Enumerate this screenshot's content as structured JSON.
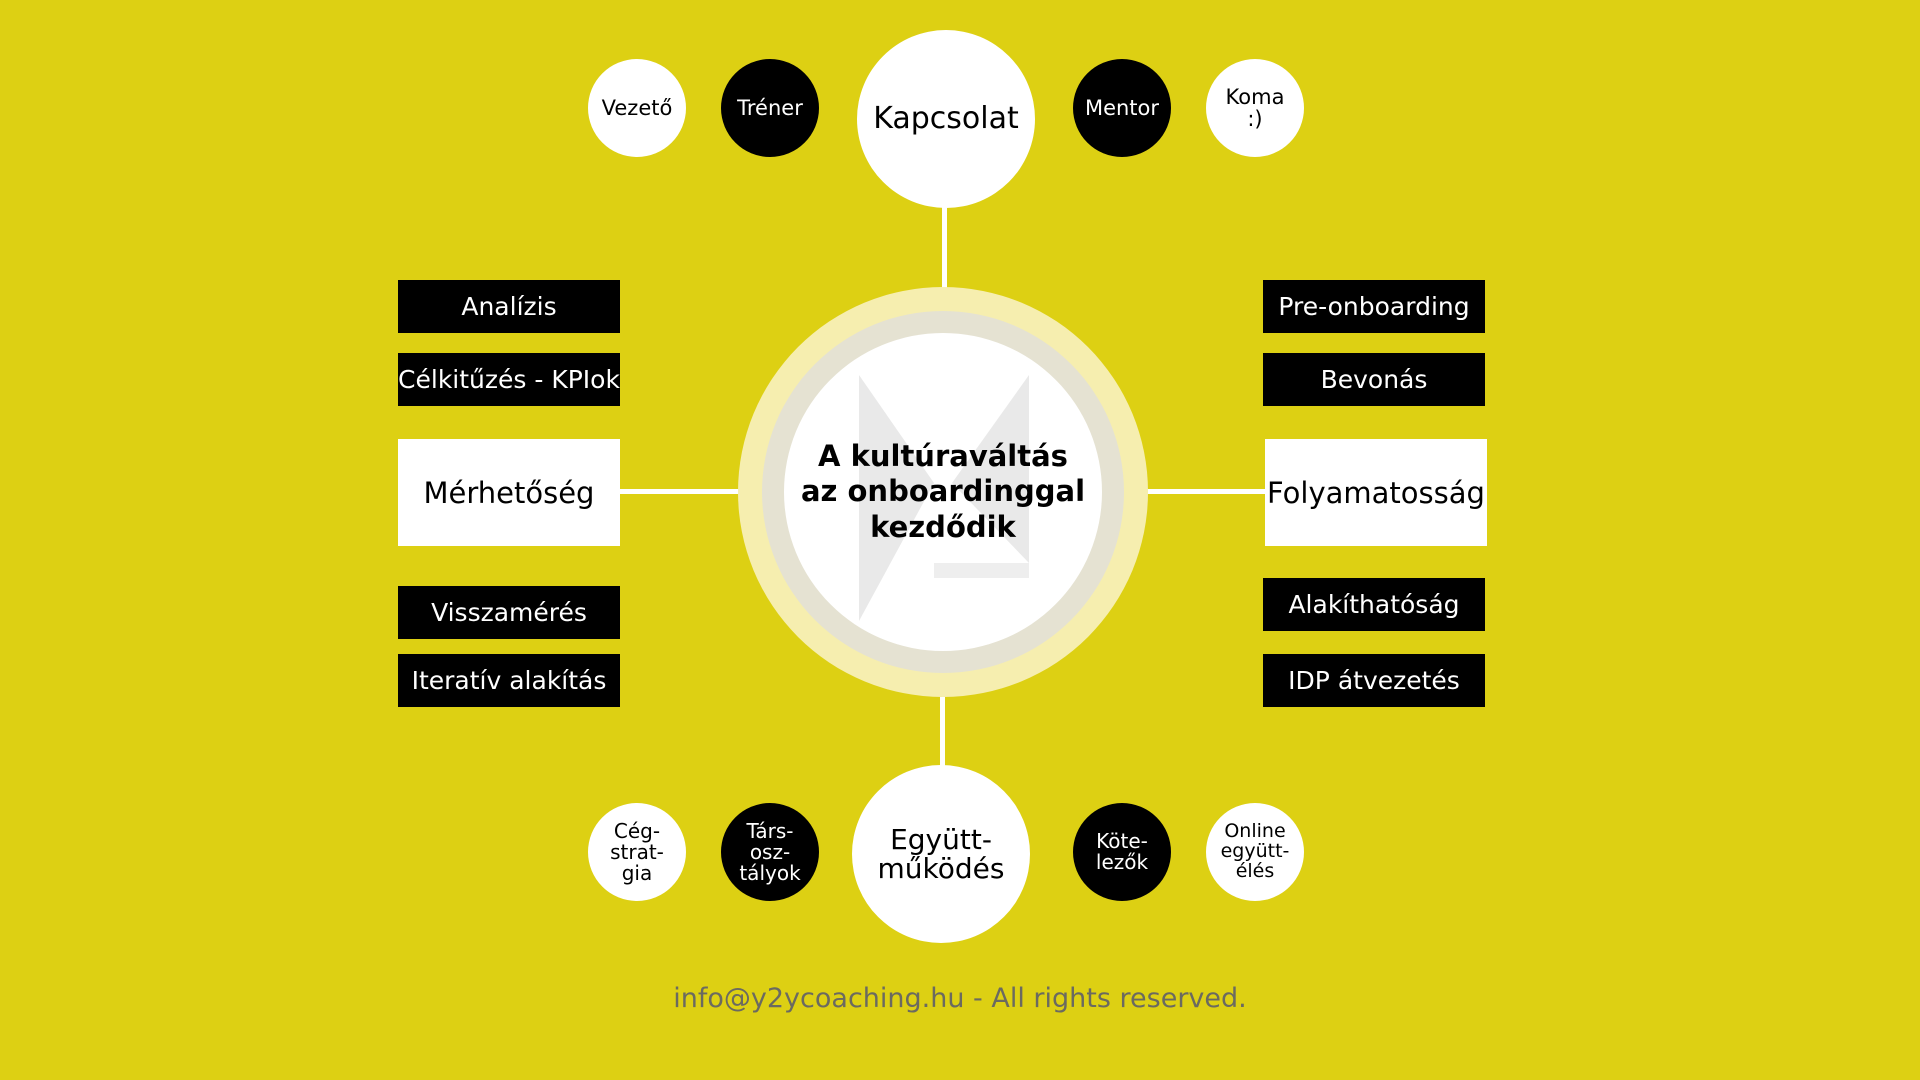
{
  "center": {
    "title": "A kultúraváltás\naz onboardinggal\nkezdődik"
  },
  "top": {
    "hub": "Kapcsolat",
    "left_outer": "Vezető",
    "left_inner": "Tréner",
    "right_inner": "Mentor",
    "right_outer": "Koma\n:)"
  },
  "bottom": {
    "hub": "Együtt-\nműködés",
    "left_outer": "Cég-\nstrat-\ngia",
    "left_inner": "Társ-\nosz-\ntályok",
    "right_inner": "Köte-\nlezők",
    "right_outer": "Online\negyütt-\nélés"
  },
  "left": {
    "hub": "Mérhetőség",
    "items": [
      "Analízis",
      "Célkitűzés - KPIok",
      "Visszamérés",
      "Iteratív alakítás"
    ]
  },
  "right": {
    "hub": "Folyamatosság",
    "items": [
      "Pre-onboarding",
      "Bevonás",
      "Alakíthatóság",
      "IDP átvezetés"
    ]
  },
  "footer": "info@y2ycoaching.hu - All rights reserved.",
  "colors": {
    "background": "#ddd013",
    "dark": "#000000",
    "light": "#ffffff"
  }
}
